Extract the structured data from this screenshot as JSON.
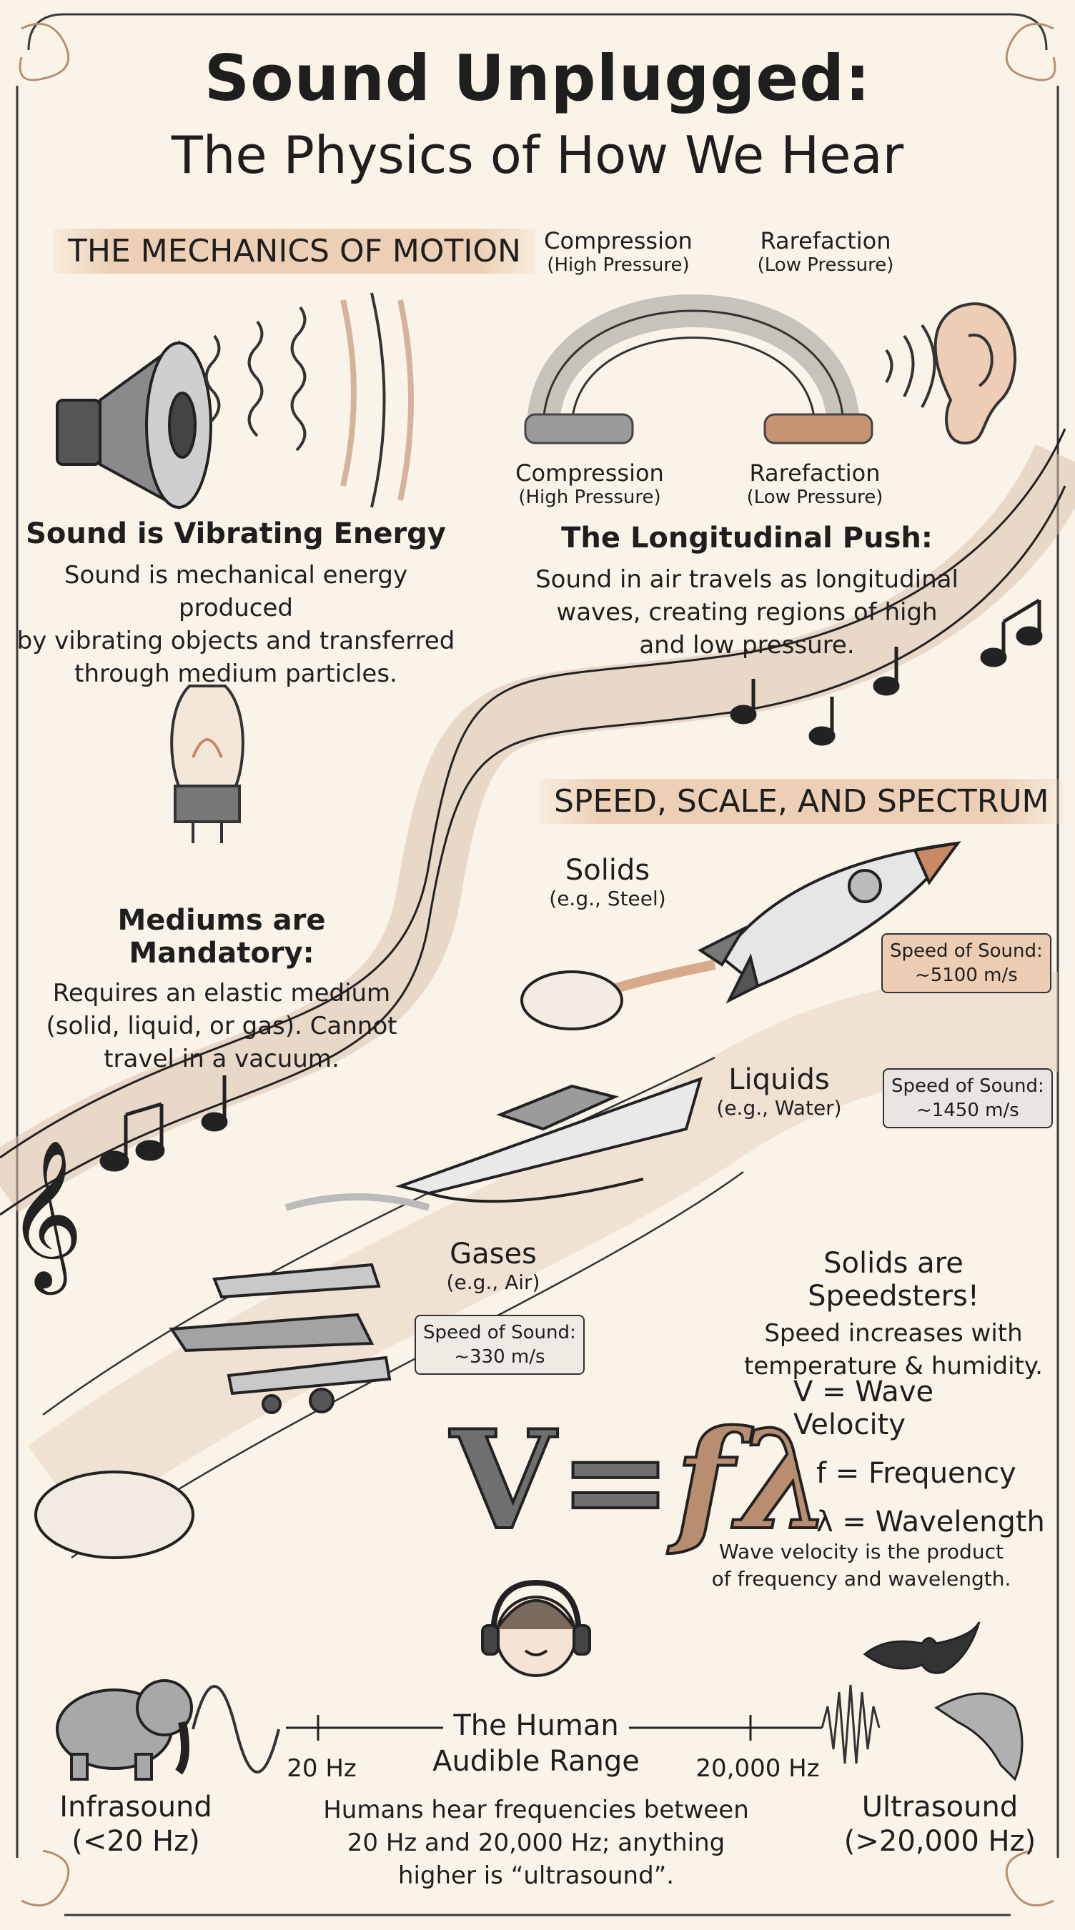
{
  "title": {
    "line1": "Sound Unplugged:",
    "line2": "The Physics of How We Hear"
  },
  "sections": {
    "mechanics": "THE MECHANICS OF MOTION",
    "speed": "SPEED, SCALE, AND SPECTRUM"
  },
  "slinky": {
    "top_left": {
      "label": "Compression",
      "sub": "(High Pressure)"
    },
    "top_right": {
      "label": "Rarefaction",
      "sub": "(Low Pressure)"
    },
    "bottom_left": {
      "label": "Compression",
      "sub": "(High Pressure)"
    },
    "bottom_right": {
      "label": "Rarefaction",
      "sub": "(Low Pressure)"
    }
  },
  "vibrating": {
    "heading": "Sound is Vibrating Energy",
    "body": [
      "Sound is mechanical energy produced",
      "by vibrating objects and transferred",
      "through medium particles."
    ]
  },
  "longitudinal": {
    "heading": "The Longitudinal Push:",
    "body": [
      "Sound in air travels as longitudinal",
      "waves, creating regions of high",
      "and low pressure."
    ]
  },
  "mediums": {
    "heading": "Mediums are Mandatory:",
    "body": [
      "Requires an elastic medium",
      "(solid, liquid, or gas). Cannot",
      "travel in a vacuum."
    ]
  },
  "media": {
    "solids": {
      "label": "Solids",
      "example": "(e.g., Steel)",
      "badge_label": "Speed of Sound:",
      "badge_value": "~5100 m/s"
    },
    "liquids": {
      "label": "Liquids",
      "example": "(e.g., Water)",
      "badge_label": "Speed of Sound:",
      "badge_value": "~1450 m/s"
    },
    "gases": {
      "label": "Gases",
      "example": "(e.g., Air)",
      "badge_label": "Speed of Sound:",
      "badge_value": "~330 m/s"
    }
  },
  "speedsters": {
    "heading": "Solids are Speedsters!",
    "body": [
      "Speed increases with",
      "temperature & humidity."
    ]
  },
  "formula": {
    "v": "V=",
    "f_lambda": "fλ",
    "legend": [
      "V = Wave Velocity",
      "f = Frequency",
      "λ = Wavelength"
    ],
    "note": [
      "Wave velocity is the product",
      "of frequency and wavelength."
    ]
  },
  "range": {
    "heading": [
      "The Human",
      "Audible Range"
    ],
    "low": "20 Hz",
    "high": "20,000 Hz",
    "infrasound": {
      "label": "Infrasound",
      "range": "(<20 Hz)"
    },
    "ultrasound": {
      "label": "Ultrasound",
      "range": "(>20,000 Hz)"
    },
    "body": [
      "Humans hear frequencies between",
      "20 Hz and 20,000 Hz; anything",
      "higher is “ultrasound”."
    ]
  },
  "colors": {
    "background": "#faf4e8",
    "accent": "#ecccb2",
    "ink": "#1e1e1e",
    "copper": "#c8906c"
  },
  "icons": [
    "speaker-icon",
    "ear-icon",
    "slinky-icon",
    "lightbulb-icon",
    "rocket-icon",
    "speedboat-icon",
    "biplane-icon",
    "elephant-icon",
    "headphones-person-icon",
    "bat-icon",
    "dolphin-icon",
    "music-notes-icon",
    "treble-clef-icon"
  ]
}
